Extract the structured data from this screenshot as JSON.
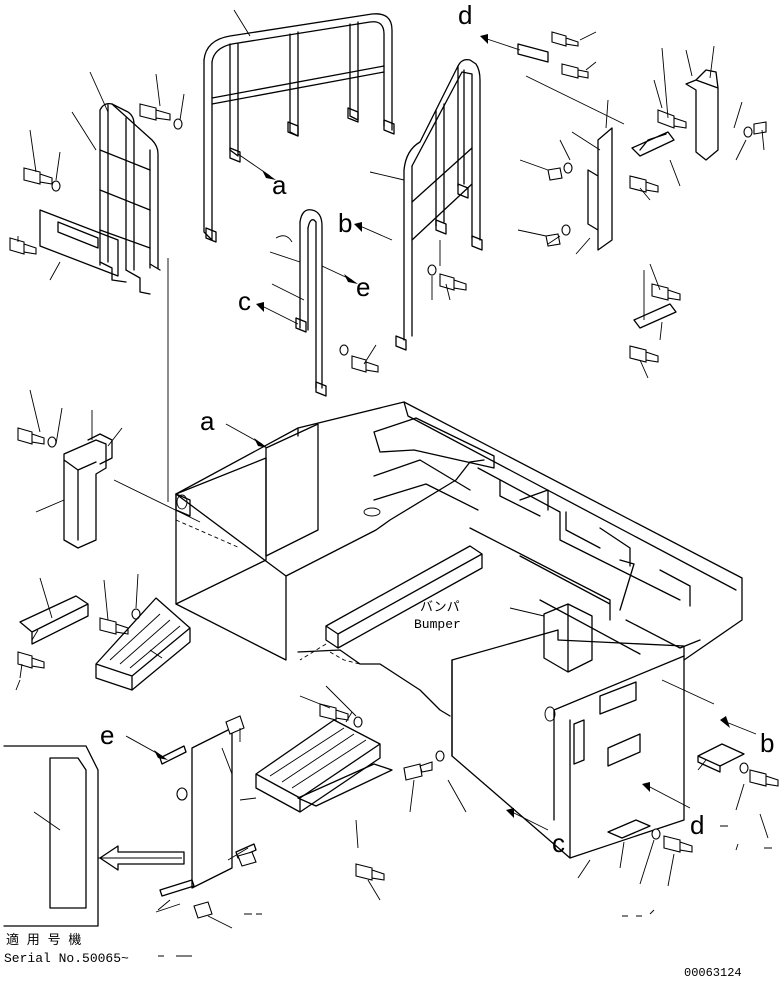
{
  "callouts": {
    "a_top": "a",
    "a_mid": "a",
    "b_top": "b",
    "b_right": "b",
    "c_left": "c",
    "c_bottom": "c",
    "d_top": "d",
    "d_bottom": "d",
    "e_top": "e",
    "e_left": "e"
  },
  "bumper_label_jp": "バンパ",
  "bumper_label_en": "Bumper",
  "serial_heading_jp": "適 用 号 機",
  "serial_text": "Serial No.50065~",
  "figure_number": "00063124"
}
